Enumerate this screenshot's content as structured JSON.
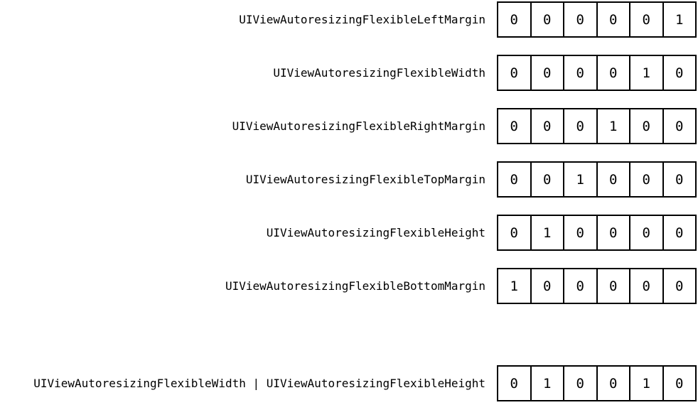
{
  "diagram": {
    "description": "UIView autoresizing mask bit values",
    "colors": {
      "background": "#ffffff",
      "line": "#000000",
      "text": "#000000"
    },
    "bits_per_box": 6,
    "rows": [
      {
        "label": "UIViewAutoresizingFlexibleLeftMargin",
        "bits": [
          "0",
          "0",
          "0",
          "0",
          "0",
          "1"
        ],
        "separated": false
      },
      {
        "label": "UIViewAutoresizingFlexibleWidth",
        "bits": [
          "0",
          "0",
          "0",
          "0",
          "1",
          "0"
        ],
        "separated": false
      },
      {
        "label": "UIViewAutoresizingFlexibleRightMargin",
        "bits": [
          "0",
          "0",
          "0",
          "1",
          "0",
          "0"
        ],
        "separated": false
      },
      {
        "label": "UIViewAutoresizingFlexibleTopMargin",
        "bits": [
          "0",
          "0",
          "1",
          "0",
          "0",
          "0"
        ],
        "separated": false
      },
      {
        "label": "UIViewAutoresizingFlexibleHeight",
        "bits": [
          "0",
          "1",
          "0",
          "0",
          "0",
          "0"
        ],
        "separated": false
      },
      {
        "label": "UIViewAutoresizingFlexibleBottomMargin",
        "bits": [
          "1",
          "0",
          "0",
          "0",
          "0",
          "0"
        ],
        "separated": false
      },
      {
        "label": "UIViewAutoresizingFlexibleWidth | UIViewAutoresizingFlexibleHeight",
        "bits": [
          "0",
          "1",
          "0",
          "0",
          "1",
          "0"
        ],
        "separated": true
      }
    ]
  }
}
